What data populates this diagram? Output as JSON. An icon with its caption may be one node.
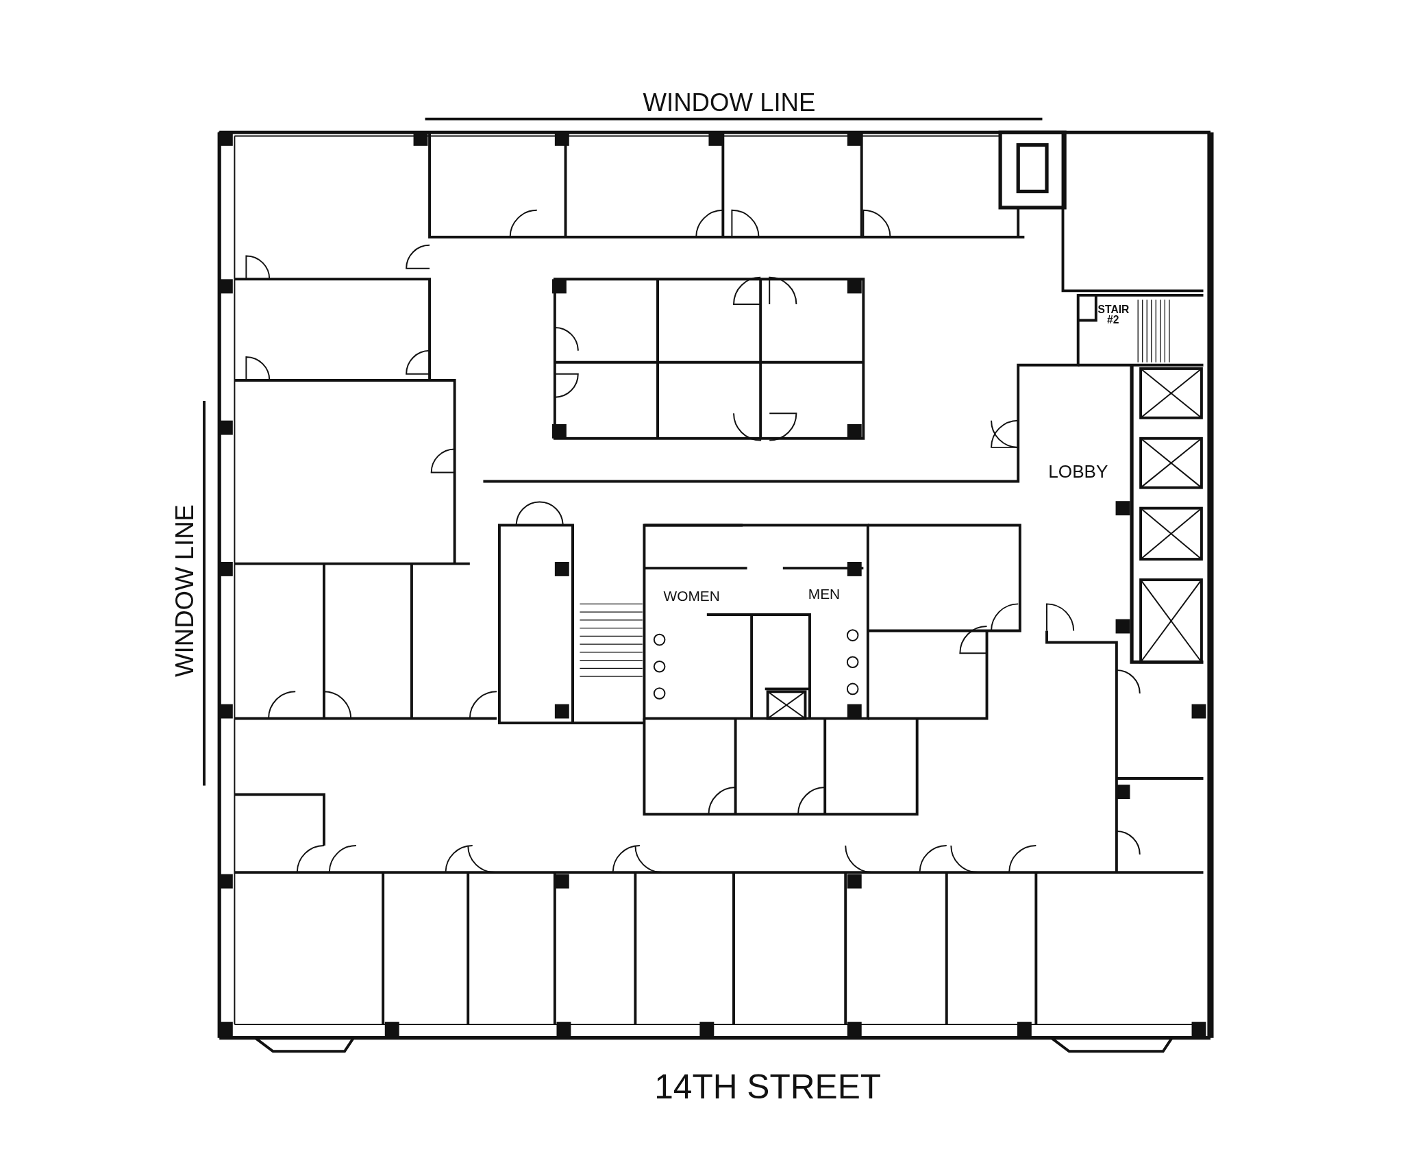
{
  "diagram": {
    "labels": [
      "WINDOW LINE",
      "WINDOW LINE",
      "STAIR #2",
      "LOBBY",
      "WOMEN",
      "MEN",
      "14TH STREET"
    ]
  }
}
